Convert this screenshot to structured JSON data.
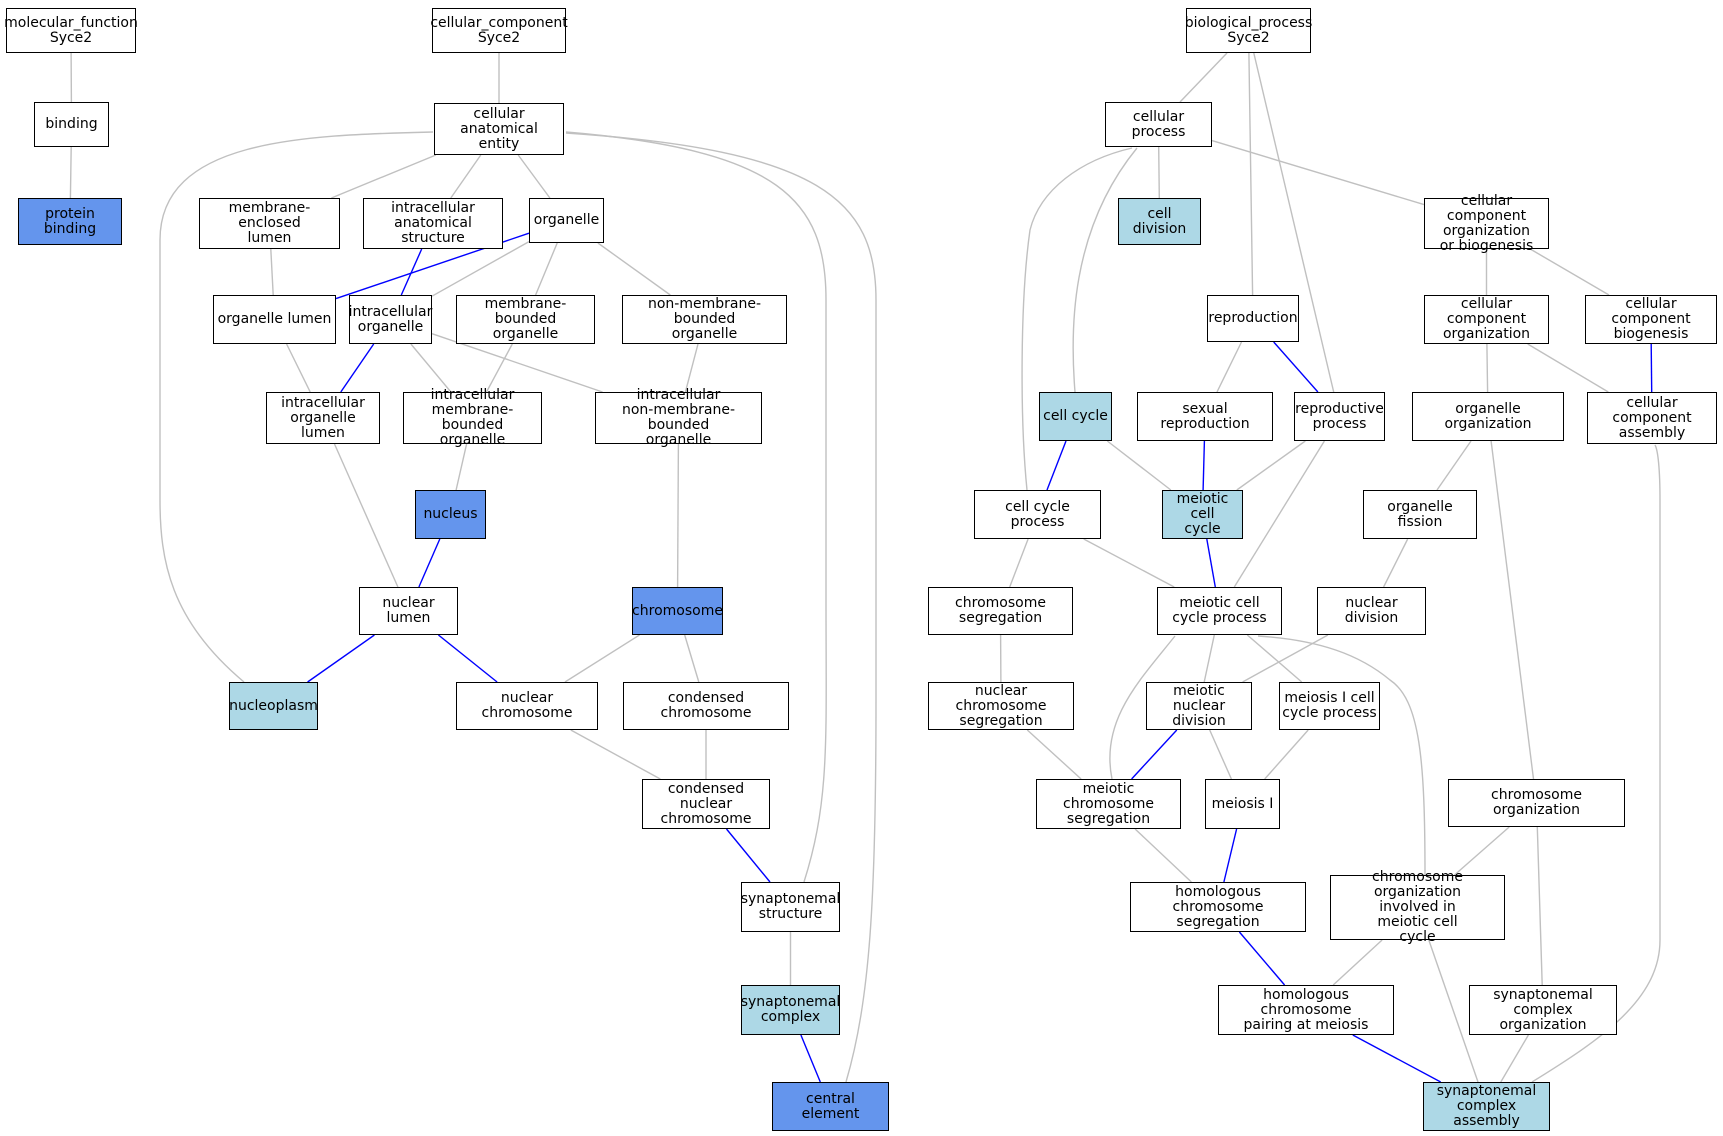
{
  "colors": {
    "edge_default": "#c0c0c0",
    "edge_highlight": "#0000ff",
    "node_dark": "#6495ed",
    "node_light": "#add8e6",
    "node_default": "#ffffff"
  },
  "nodes": [
    {
      "id": "mf",
      "label": "molecular_function\nSyce2",
      "style": "plain"
    },
    {
      "id": "binding",
      "label": "binding",
      "style": "plain"
    },
    {
      "id": "protein_binding",
      "label": "protein binding",
      "style": "dark"
    },
    {
      "id": "cc",
      "label": "cellular_component\nSyce2",
      "style": "plain"
    },
    {
      "id": "cae",
      "label": "cellular anatomical\nentity",
      "style": "plain"
    },
    {
      "id": "mel",
      "label": "membrane-enclosed\nlumen",
      "style": "plain"
    },
    {
      "id": "ias",
      "label": "intracellular\nanatomical structure",
      "style": "plain"
    },
    {
      "id": "organelle",
      "label": "organelle",
      "style": "plain"
    },
    {
      "id": "org_lumen",
      "label": "organelle lumen",
      "style": "plain"
    },
    {
      "id": "ic_org",
      "label": "intracellular\norganelle",
      "style": "plain"
    },
    {
      "id": "mbo",
      "label": "membrane-bounded\norganelle",
      "style": "plain"
    },
    {
      "id": "nmbo",
      "label": "non-membrane-bounded\norganelle",
      "style": "plain"
    },
    {
      "id": "icol",
      "label": "intracellular\norganelle lumen",
      "style": "plain"
    },
    {
      "id": "icmbo",
      "label": "intracellular\nmembrane-bounded\norganelle",
      "style": "plain"
    },
    {
      "id": "icnmbo",
      "label": "intracellular\nnon-membrane-bounded\norganelle",
      "style": "plain"
    },
    {
      "id": "nucleus",
      "label": "nucleus",
      "style": "dark"
    },
    {
      "id": "chromosome",
      "label": "chromosome",
      "style": "dark"
    },
    {
      "id": "nuc_lumen",
      "label": "nuclear lumen",
      "style": "plain"
    },
    {
      "id": "nucleoplasm",
      "label": "nucleoplasm",
      "style": "light"
    },
    {
      "id": "nuc_chrom",
      "label": "nuclear chromosome",
      "style": "plain"
    },
    {
      "id": "cond_chrom",
      "label": "condensed chromosome",
      "style": "plain"
    },
    {
      "id": "cond_nuc_chrom",
      "label": "condensed nuclear\nchromosome",
      "style": "plain"
    },
    {
      "id": "syn_struct",
      "label": "synaptonemal\nstructure",
      "style": "plain"
    },
    {
      "id": "syn_complex",
      "label": "synaptonemal\ncomplex",
      "style": "light"
    },
    {
      "id": "central_el",
      "label": "central element",
      "style": "dark"
    },
    {
      "id": "bp",
      "label": "biological_process\nSyce2",
      "style": "plain"
    },
    {
      "id": "cell_proc",
      "label": "cellular process",
      "style": "plain"
    },
    {
      "id": "cell_div",
      "label": "cell division",
      "style": "light"
    },
    {
      "id": "ccob",
      "label": "cellular component\norganization\nor biogenesis",
      "style": "plain"
    },
    {
      "id": "reproduction",
      "label": "reproduction",
      "style": "plain"
    },
    {
      "id": "cco",
      "label": "cellular component\norganization",
      "style": "plain"
    },
    {
      "id": "ccb",
      "label": "cellular component\nbiogenesis",
      "style": "plain"
    },
    {
      "id": "cell_cycle",
      "label": "cell cycle",
      "style": "light"
    },
    {
      "id": "sex_repro",
      "label": "sexual reproduction",
      "style": "plain"
    },
    {
      "id": "repro_proc",
      "label": "reproductive\nprocess",
      "style": "plain"
    },
    {
      "id": "org_org",
      "label": "organelle organization",
      "style": "plain"
    },
    {
      "id": "cca",
      "label": "cellular component\nassembly",
      "style": "plain"
    },
    {
      "id": "ccp",
      "label": "cell cycle process",
      "style": "plain"
    },
    {
      "id": "mcc",
      "label": "meiotic cell\ncycle",
      "style": "light"
    },
    {
      "id": "org_fission",
      "label": "organelle fission",
      "style": "plain"
    },
    {
      "id": "chrom_seg",
      "label": "chromosome segregation",
      "style": "plain"
    },
    {
      "id": "mccp",
      "label": "meiotic cell\ncycle process",
      "style": "plain"
    },
    {
      "id": "nuc_div",
      "label": "nuclear division",
      "style": "plain"
    },
    {
      "id": "ncs",
      "label": "nuclear chromosome\nsegregation",
      "style": "plain"
    },
    {
      "id": "mnd",
      "label": "meiotic nuclear\ndivision",
      "style": "plain"
    },
    {
      "id": "m1ccp",
      "label": "meiosis I cell\ncycle process",
      "style": "plain"
    },
    {
      "id": "mcs",
      "label": "meiotic chromosome\nsegregation",
      "style": "plain"
    },
    {
      "id": "meiosis1",
      "label": "meiosis I",
      "style": "plain"
    },
    {
      "id": "chrom_org",
      "label": "chromosome organization",
      "style": "plain"
    },
    {
      "id": "hcs",
      "label": "homologous chromosome\nsegregation",
      "style": "plain"
    },
    {
      "id": "coimc",
      "label": "chromosome organization\ninvolved in\nmeiotic cell\ncycle",
      "style": "plain"
    },
    {
      "id": "hcpm",
      "label": "homologous chromosome\npairing at meiosis",
      "style": "plain"
    },
    {
      "id": "sco",
      "label": "synaptonemal\ncomplex organization",
      "style": "plain"
    },
    {
      "id": "sca",
      "label": "synaptonemal\ncomplex assembly",
      "style": "light"
    }
  ],
  "edges": [
    {
      "from": "binding",
      "to": "mf",
      "highlight": false
    },
    {
      "from": "protein_binding",
      "to": "binding",
      "highlight": false
    },
    {
      "from": "cae",
      "to": "cc",
      "highlight": false
    },
    {
      "from": "mel",
      "to": "cae",
      "highlight": false
    },
    {
      "from": "ias",
      "to": "cae",
      "highlight": false
    },
    {
      "from": "organelle",
      "to": "cae",
      "highlight": false
    },
    {
      "from": "org_lumen",
      "to": "mel",
      "highlight": false
    },
    {
      "from": "org_lumen",
      "to": "organelle",
      "highlight": true
    },
    {
      "from": "ic_org",
      "to": "ias",
      "highlight": true
    },
    {
      "from": "ic_org",
      "to": "organelle",
      "highlight": false
    },
    {
      "from": "mbo",
      "to": "organelle",
      "highlight": false
    },
    {
      "from": "nmbo",
      "to": "organelle",
      "highlight": false
    },
    {
      "from": "icol",
      "to": "org_lumen",
      "highlight": false
    },
    {
      "from": "icol",
      "to": "ic_org",
      "highlight": true
    },
    {
      "from": "icmbo",
      "to": "ic_org",
      "highlight": false
    },
    {
      "from": "icmbo",
      "to": "mbo",
      "highlight": false
    },
    {
      "from": "icnmbo",
      "to": "ic_org",
      "highlight": false
    },
    {
      "from": "icnmbo",
      "to": "nmbo",
      "highlight": false
    },
    {
      "from": "nucleus",
      "to": "icmbo",
      "highlight": false
    },
    {
      "from": "chromosome",
      "to": "icnmbo",
      "highlight": false
    },
    {
      "from": "nuc_lumen",
      "to": "nucleus",
      "highlight": true
    },
    {
      "from": "nuc_lumen",
      "to": "icol",
      "highlight": false
    },
    {
      "from": "nucleoplasm",
      "to": "nuc_lumen",
      "highlight": true
    },
    {
      "from": "nucleoplasm",
      "to": "cae",
      "highlight": false
    },
    {
      "from": "nuc_chrom",
      "to": "nuc_lumen",
      "highlight": true
    },
    {
      "from": "nuc_chrom",
      "to": "chromosome",
      "highlight": false
    },
    {
      "from": "cond_chrom",
      "to": "chromosome",
      "highlight": false
    },
    {
      "from": "cond_nuc_chrom",
      "to": "nuc_chrom",
      "highlight": false
    },
    {
      "from": "cond_nuc_chrom",
      "to": "cond_chrom",
      "highlight": false
    },
    {
      "from": "syn_struct",
      "to": "cond_nuc_chrom",
      "highlight": true
    },
    {
      "from": "syn_struct",
      "to": "cae",
      "highlight": false
    },
    {
      "from": "syn_complex",
      "to": "syn_struct",
      "highlight": false
    },
    {
      "from": "central_el",
      "to": "syn_complex",
      "highlight": true
    },
    {
      "from": "central_el",
      "to": "cae",
      "highlight": false
    },
    {
      "from": "cell_proc",
      "to": "bp",
      "highlight": false
    },
    {
      "from": "reproduction",
      "to": "bp",
      "highlight": false
    },
    {
      "from": "repro_proc",
      "to": "bp",
      "highlight": false
    },
    {
      "from": "cell_div",
      "to": "cell_proc",
      "highlight": false
    },
    {
      "from": "ccob",
      "to": "cell_proc",
      "highlight": false
    },
    {
      "from": "cell_cycle",
      "to": "cell_proc",
      "highlight": false
    },
    {
      "from": "ccp",
      "to": "cell_proc",
      "highlight": false
    },
    {
      "from": "cco",
      "to": "ccob",
      "highlight": false
    },
    {
      "from": "ccb",
      "to": "ccob",
      "highlight": false
    },
    {
      "from": "sex_repro",
      "to": "reproduction",
      "highlight": false
    },
    {
      "from": "repro_proc",
      "to": "reproduction",
      "highlight": true
    },
    {
      "from": "org_org",
      "to": "cco",
      "highlight": false
    },
    {
      "from": "cca",
      "to": "cco",
      "highlight": false
    },
    {
      "from": "cca",
      "to": "ccb",
      "highlight": true
    },
    {
      "from": "ccp",
      "to": "cell_cycle",
      "highlight": true
    },
    {
      "from": "mcc",
      "to": "cell_cycle",
      "highlight": false
    },
    {
      "from": "mcc",
      "to": "sex_repro",
      "highlight": true
    },
    {
      "from": "mcc",
      "to": "repro_proc",
      "highlight": false
    },
    {
      "from": "org_fission",
      "to": "org_org",
      "highlight": false
    },
    {
      "from": "chrom_seg",
      "to": "ccp",
      "highlight": false
    },
    {
      "from": "mccp",
      "to": "ccp",
      "highlight": false
    },
    {
      "from": "mccp",
      "to": "mcc",
      "highlight": true
    },
    {
      "from": "mccp",
      "to": "repro_proc",
      "highlight": false
    },
    {
      "from": "nuc_div",
      "to": "org_fission",
      "highlight": false
    },
    {
      "from": "ncs",
      "to": "chrom_seg",
      "highlight": false
    },
    {
      "from": "mnd",
      "to": "mccp",
      "highlight": false
    },
    {
      "from": "mnd",
      "to": "nuc_div",
      "highlight": false
    },
    {
      "from": "m1ccp",
      "to": "mccp",
      "highlight": false
    },
    {
      "from": "mcs",
      "to": "ncs",
      "highlight": false
    },
    {
      "from": "mcs",
      "to": "mnd",
      "highlight": true
    },
    {
      "from": "mcs",
      "to": "mccp",
      "highlight": false
    },
    {
      "from": "meiosis1",
      "to": "mnd",
      "highlight": false
    },
    {
      "from": "meiosis1",
      "to": "m1ccp",
      "highlight": false
    },
    {
      "from": "chrom_org",
      "to": "org_org",
      "highlight": false
    },
    {
      "from": "hcs",
      "to": "mcs",
      "highlight": false
    },
    {
      "from": "hcs",
      "to": "meiosis1",
      "highlight": true
    },
    {
      "from": "coimc",
      "to": "mccp",
      "highlight": false
    },
    {
      "from": "coimc",
      "to": "chrom_org",
      "highlight": false
    },
    {
      "from": "hcpm",
      "to": "hcs",
      "highlight": true
    },
    {
      "from": "hcpm",
      "to": "coimc",
      "highlight": false
    },
    {
      "from": "sco",
      "to": "chrom_org",
      "highlight": false
    },
    {
      "from": "sca",
      "to": "hcpm",
      "highlight": true
    },
    {
      "from": "sca",
      "to": "coimc",
      "highlight": false
    },
    {
      "from": "sca",
      "to": "sco",
      "highlight": false
    },
    {
      "from": "sca",
      "to": "cca",
      "highlight": false
    }
  ]
}
